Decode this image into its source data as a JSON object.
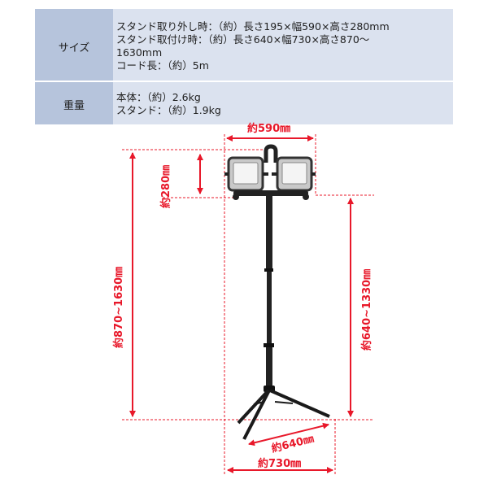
{
  "specs": {
    "size_label": "サイズ",
    "size_lines": [
      "スタンド取り外し時：（約）長さ195×幅590×高さ280mm",
      "スタンド取付け時：（約）長さ640×幅730×高さ870〜",
      "1630mm",
      "コード長：（約）5m"
    ],
    "weight_label": "重量",
    "weight_lines": [
      "本体：（約）2.6kg",
      "スタンド：（約）1.9kg"
    ]
  },
  "dimensions": {
    "width_top": "約590㎜",
    "head_height": "約280㎜",
    "total_height": "約870~1630㎜",
    "pole_height": "約640~1330㎜",
    "base_depth": "約640㎜",
    "base_width": "約730㎜"
  },
  "colors": {
    "dimension_line": "#e8182a",
    "label_cell": "#b6c4dc",
    "value_cell": "#dbe2ef"
  }
}
